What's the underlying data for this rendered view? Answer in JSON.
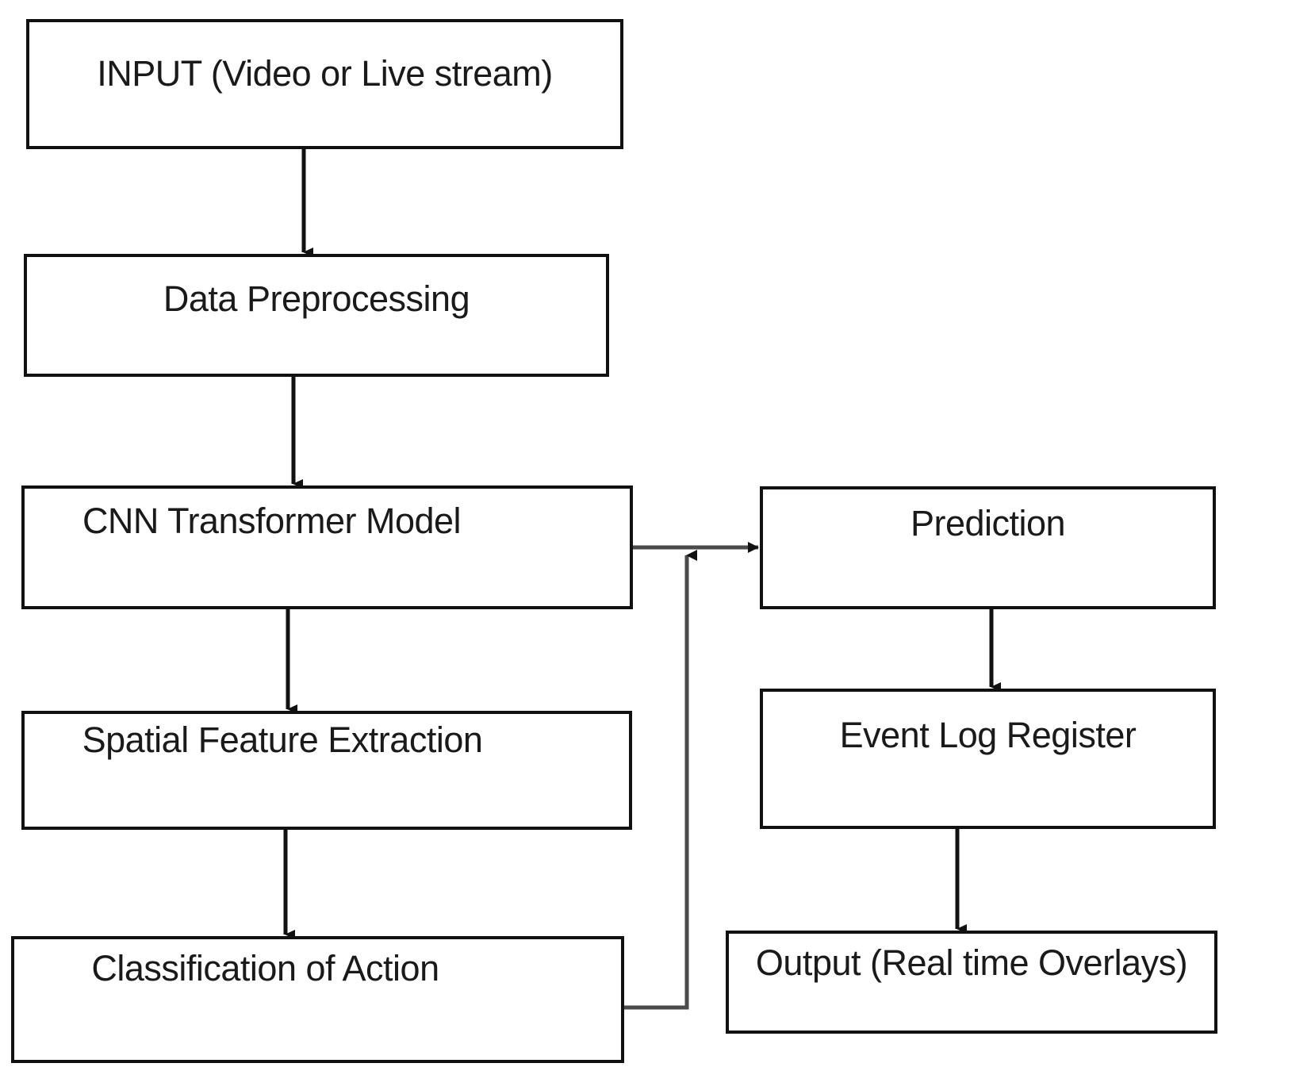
{
  "diagram": {
    "title": "CNN Transformer action recognition pipeline flowchart",
    "background_color": "#ffffff",
    "box_border_color": "#111111",
    "text_color": "#1a1a1a",
    "connector_color": "#222222",
    "nodes": [
      {
        "id": "input",
        "label": "INPUT (Video or Live stream)"
      },
      {
        "id": "preprocess",
        "label": "Data Preprocessing"
      },
      {
        "id": "cnn",
        "label": "CNN Transformer Model"
      },
      {
        "id": "spatial",
        "label": "Spatial Feature Extraction"
      },
      {
        "id": "classify",
        "label": "Classification of Action"
      },
      {
        "id": "prediction",
        "label": "Prediction"
      },
      {
        "id": "eventlog",
        "label": "Event Log Register"
      },
      {
        "id": "output",
        "label": "Output (Real time Overlays)"
      }
    ],
    "edges": [
      {
        "from": "input",
        "to": "preprocess",
        "style": "arrow-down"
      },
      {
        "from": "preprocess",
        "to": "cnn",
        "style": "arrow-down"
      },
      {
        "from": "cnn",
        "to": "spatial",
        "style": "arrow-down"
      },
      {
        "from": "spatial",
        "to": "classify",
        "style": "arrow-down"
      },
      {
        "from": "cnn",
        "to": "prediction",
        "style": "arrow-right"
      },
      {
        "from": "prediction",
        "to": "eventlog",
        "style": "arrow-down"
      },
      {
        "from": "eventlog",
        "to": "output",
        "style": "arrow-down"
      },
      {
        "from": "classify",
        "to": "prediction",
        "style": "feedback-up-right"
      }
    ]
  }
}
